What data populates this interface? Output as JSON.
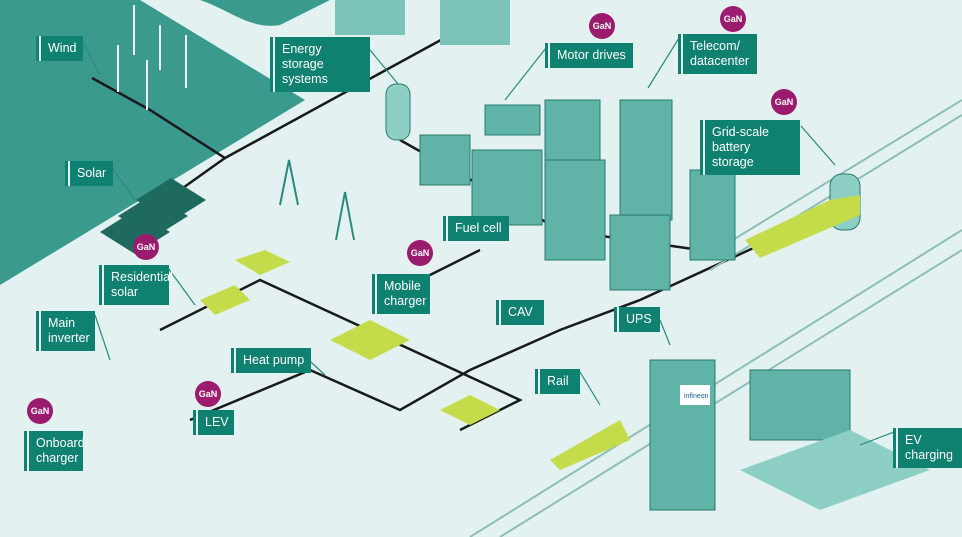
{
  "labels": {
    "wind": "Wind",
    "energy_storage": "Energy storage systems",
    "motor_drives": "Motor drives",
    "telecom": "Telecom/ datacenter",
    "grid_battery": "Grid-scale battery storage",
    "solar": "Solar",
    "fuel_cell": "Fuel cell",
    "residential_solar": "Residential solar",
    "mobile_charger": "Mobile charger",
    "main_inverter": "Main inverter",
    "cav": "CAV",
    "ups": "UPS",
    "heat_pump": "Heat pump",
    "rail": "Rail",
    "onboard_charger": "Onboard charger",
    "lev": "LEV",
    "ev_charging": "EV charging"
  },
  "badge_text": "GaN",
  "brand_text": "infineon",
  "colors": {
    "background": "#e3f1f1",
    "label": "#0f8170",
    "gan": "#9b1b6e",
    "sea": "#3a9a8e",
    "accent": "#c5dc4a"
  }
}
